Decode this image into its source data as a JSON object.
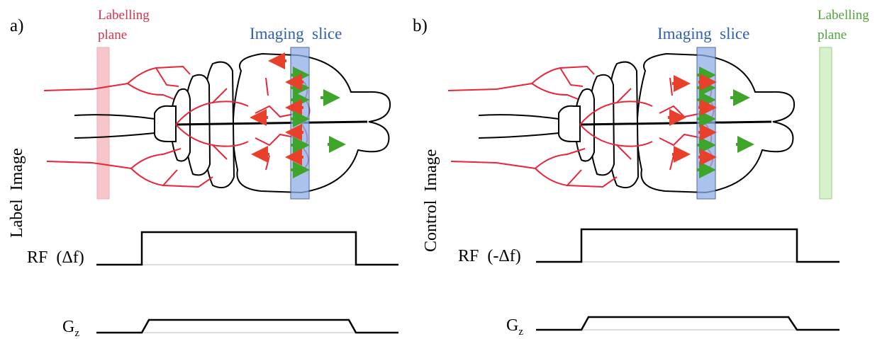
{
  "panel_a": {
    "letter": "a)",
    "labelling_plane_line1": "Labelling",
    "labelling_plane_line2": "plane",
    "imaging_slice": "Imaging  slice",
    "side_label": "Label  Image",
    "rf_label": "RF  (Δf)",
    "gz_main": "G",
    "gz_sub": "z"
  },
  "panel_b": {
    "letter": "b)",
    "labelling_plane_line1": "Labelling",
    "labelling_plane_line2": "plane",
    "imaging_slice": "Imaging  slice",
    "side_label": "Control  Image",
    "rf_label": "RF  (-Δf)",
    "gz_main": "G",
    "gz_sub": "z"
  },
  "colors": {
    "labelling_plane_a": "#f4b8bd",
    "labelling_plane_b": "#d4f0c8",
    "imaging_slice": "#8fb0e6",
    "vessel": "#e8253a",
    "arrow_red": "#e8402a",
    "arrow_green": "#3fa52a"
  }
}
